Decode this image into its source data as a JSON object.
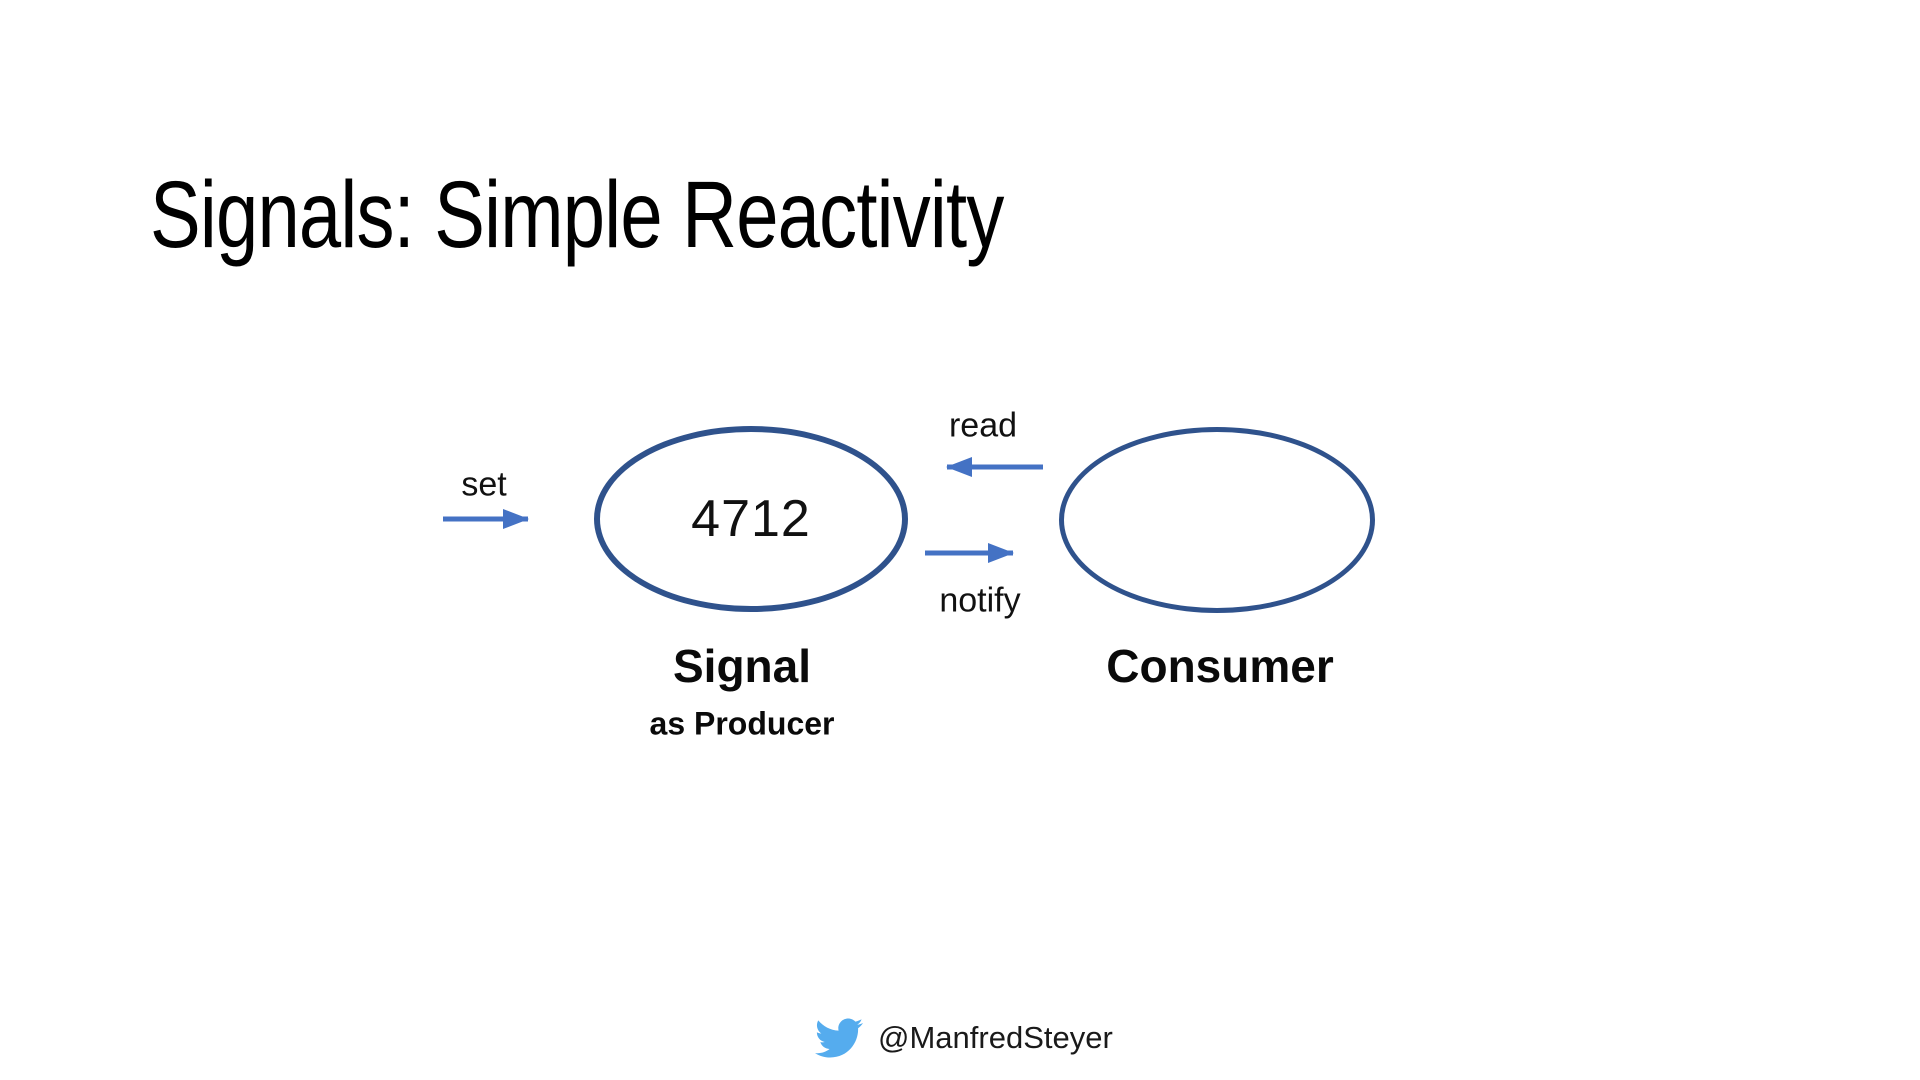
{
  "slide": {
    "title": "Signals: Simple Reactivity",
    "footer": {
      "handle": "@ManfredSteyer",
      "icon": "twitter-bird"
    }
  },
  "diagram": {
    "signal": {
      "value": "4712",
      "label": "Signal",
      "sublabel": "as Producer"
    },
    "consumer": {
      "label": "Consumer"
    },
    "arrows": {
      "set": {
        "label": "set",
        "direction": "right",
        "from": "outside",
        "to": "signal"
      },
      "read": {
        "label": "read",
        "direction": "left",
        "from": "consumer",
        "to": "signal"
      },
      "notify": {
        "label": "notify",
        "direction": "right",
        "from": "signal",
        "to": "consumer"
      }
    }
  },
  "colors": {
    "arrow": "#4472C4",
    "ellipse_stroke": "#2F528C",
    "twitter_blue": "#55ACEE",
    "text": "#000000"
  }
}
